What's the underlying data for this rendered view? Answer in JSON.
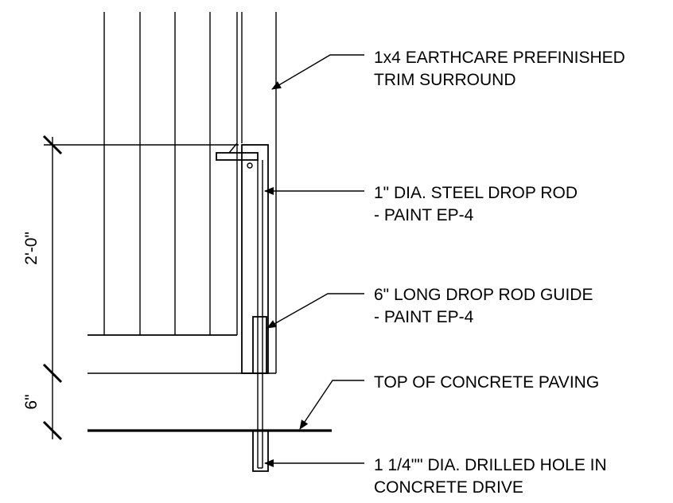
{
  "notes": {
    "trim": {
      "line1": "1x4 EARTHCARE PREFINISHED",
      "line2": "TRIM SURROUND"
    },
    "drop_rod": {
      "line1": "1\" DIA. STEEL DROP ROD",
      "line2": "- PAINT EP-4"
    },
    "rod_guide": {
      "line1": "6\" LONG DROP ROD GUIDE",
      "line2": "- PAINT EP-4"
    },
    "paving": {
      "line1": "TOP OF CONCRETE PAVING"
    },
    "drilled_hole": {
      "line1": "1 1/4\"\" DIA. DRILLED HOLE IN",
      "line2": "CONCRETE DRIVE"
    }
  },
  "dimensions": {
    "upper": "2'-0\"",
    "lower": "6\""
  },
  "colors": {
    "line": "#000000",
    "background": "#ffffff"
  }
}
